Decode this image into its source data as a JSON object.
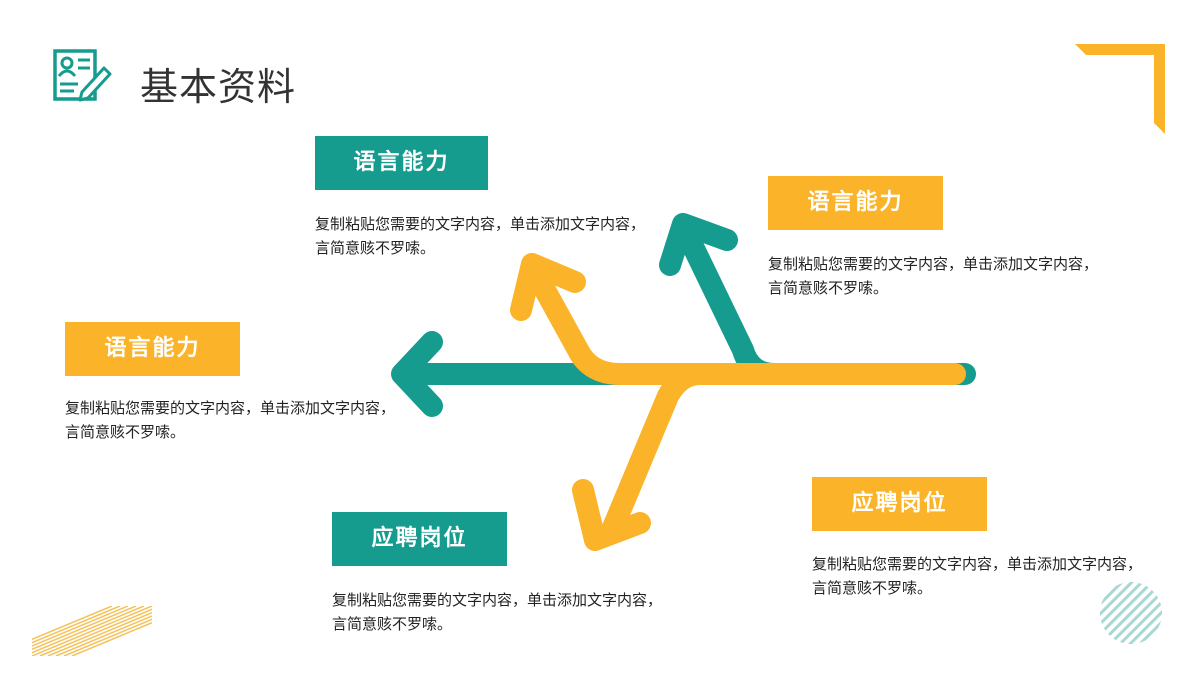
{
  "header": {
    "title": "基本资料",
    "icon": "resume-icon"
  },
  "colors": {
    "teal": "#169b8f",
    "yellow": "#fbb429"
  },
  "items": [
    {
      "label": "语言能力",
      "text": "复制粘贴您需要的文字内容，单击添加文字内容，言简意赅不罗嗦。"
    },
    {
      "label": "语言能力",
      "text": "复制粘贴您需要的文字内容，单击添加文字内容，言简意赅不罗嗦。"
    },
    {
      "label": "语言能力",
      "text": "复制粘贴您需要的文字内容，单击添加文字内容，言简意赅不罗嗦。"
    },
    {
      "label": "应聘岗位",
      "text": "复制粘贴您需要的文字内容，单击添加文字内容，言简意赅不罗嗦。"
    },
    {
      "label": "应聘岗位",
      "text": "复制粘贴您需要的文字内容，单击添加文字内容，言简意赅不罗嗦。"
    }
  ]
}
